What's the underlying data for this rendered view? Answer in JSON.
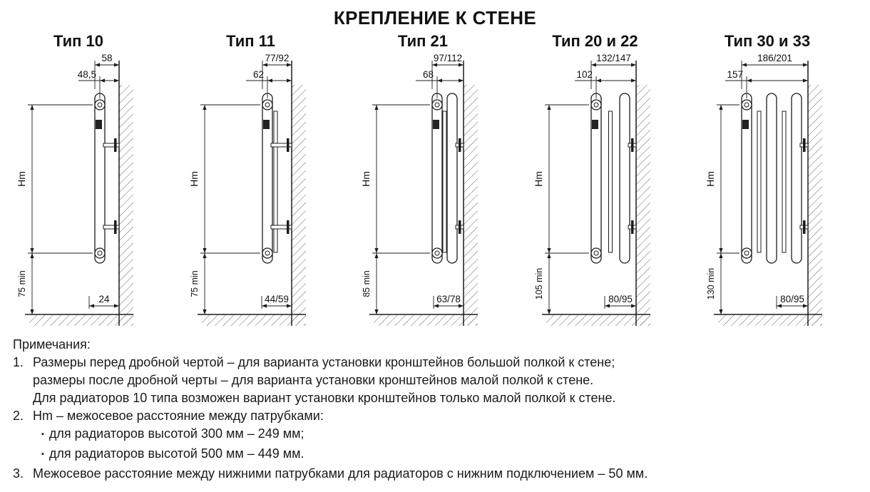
{
  "page": {
    "title": "КРЕПЛЕНИЕ К СТЕНЕ"
  },
  "diagrams": [
    {
      "title": "Тип 10",
      "depth_dim": "58",
      "axis_dim": "48,5",
      "hm_label": "Hm",
      "min_dim": "75 min",
      "bottom_dim": "24",
      "panels": 1,
      "convectors": 0
    },
    {
      "title": "Тип 11",
      "depth_dim": "77/92",
      "axis_dim": "62",
      "hm_label": "Hm",
      "min_dim": "75 min",
      "bottom_dim": "44/59",
      "panels": 1,
      "convectors": 1
    },
    {
      "title": "Тип 21",
      "depth_dim": "97/112",
      "axis_dim": "68",
      "hm_label": "Hm",
      "min_dim": "85 min",
      "bottom_dim": "63/78",
      "panels": 2,
      "convectors": 1
    },
    {
      "title": "Тип 20 и 22",
      "depth_dim": "132/147",
      "axis_dim": "102",
      "hm_label": "Hm",
      "min_dim": "105 min",
      "bottom_dim": "80/95",
      "panels": 2,
      "convectors": 1
    },
    {
      "title": "Тип 30 и 33",
      "depth_dim": "186/201",
      "axis_dim": "157",
      "hm_label": "Hm",
      "min_dim": "130 min",
      "bottom_dim": "80/95",
      "panels": 3,
      "convectors": 2
    }
  ],
  "notes": {
    "heading": "Примечания:",
    "bullet_char": "▪",
    "items": [
      {
        "num": "1.",
        "lines": [
          "Размеры перед дробной чертой – для варианта установки кронштейнов большой полкой к стене;",
          "размеры после дробной черты – для варианта установки кронштейнов малой полкой к стене.",
          "Для радиаторов 10 типа возможен вариант установки кронштейнов только малой полкой к стене."
        ]
      },
      {
        "num": "2.",
        "lines": [
          "Hm – межосевое расстояние между патрубками:"
        ],
        "bullets": [
          "для радиаторов высотой 300 мм – 249 мм;",
          "для радиаторов высотой 500 мм – 449 мм."
        ]
      },
      {
        "num": "3.",
        "lines": [
          "Межосевое расстояние между нижними патрубками для радиаторов с нижним подключением – 50 мм."
        ]
      }
    ]
  }
}
